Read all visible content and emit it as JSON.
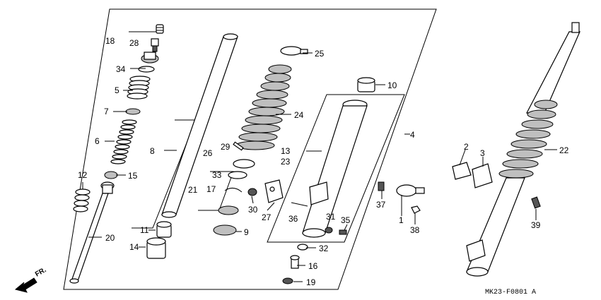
{
  "diagram_code": "MK23-F0801 A",
  "direction_label": "FR.",
  "callouts": [
    {
      "id": "c1",
      "text": "1"
    },
    {
      "id": "c2",
      "text": "2"
    },
    {
      "id": "c3",
      "text": "3"
    },
    {
      "id": "c4",
      "text": "4"
    },
    {
      "id": "c5",
      "text": "5"
    },
    {
      "id": "c6",
      "text": "6"
    },
    {
      "id": "c7",
      "text": "7"
    },
    {
      "id": "c8",
      "text": "8"
    },
    {
      "id": "c9",
      "text": "9"
    },
    {
      "id": "c10",
      "text": "10"
    },
    {
      "id": "c11",
      "text": "11"
    },
    {
      "id": "c12",
      "text": "12"
    },
    {
      "id": "c13",
      "text": "13"
    },
    {
      "id": "c14",
      "text": "14"
    },
    {
      "id": "c15",
      "text": "15"
    },
    {
      "id": "c16",
      "text": "16"
    },
    {
      "id": "c17",
      "text": "17"
    },
    {
      "id": "c18",
      "text": "18"
    },
    {
      "id": "c19",
      "text": "19"
    },
    {
      "id": "c20",
      "text": "20"
    },
    {
      "id": "c21",
      "text": "21"
    },
    {
      "id": "c22",
      "text": "22"
    },
    {
      "id": "c23",
      "text": "23"
    },
    {
      "id": "c24",
      "text": "24"
    },
    {
      "id": "c25",
      "text": "25"
    },
    {
      "id": "c26",
      "text": "26"
    },
    {
      "id": "c27",
      "text": "27"
    },
    {
      "id": "c28",
      "text": "28"
    },
    {
      "id": "c29",
      "text": "29"
    },
    {
      "id": "c30",
      "text": "30"
    },
    {
      "id": "c31",
      "text": "31"
    },
    {
      "id": "c32",
      "text": "32"
    },
    {
      "id": "c33",
      "text": "33"
    },
    {
      "id": "c34",
      "text": "34"
    },
    {
      "id": "c35",
      "text": "35"
    },
    {
      "id": "c36",
      "text": "36"
    },
    {
      "id": "c37",
      "text": "37"
    },
    {
      "id": "c38",
      "text": "38"
    },
    {
      "id": "c39",
      "text": "39"
    }
  ]
}
